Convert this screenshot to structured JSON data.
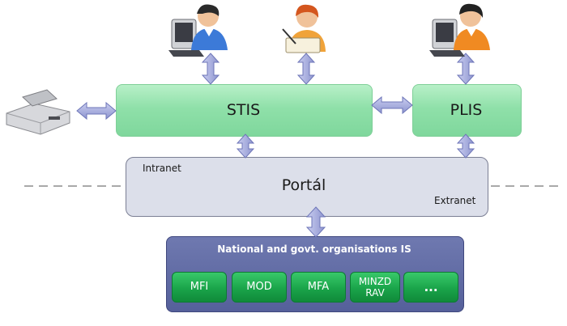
{
  "nodes": {
    "stis": "STIS",
    "plis": "PLIS",
    "portal": "Portál",
    "intranet": "Intranet",
    "extranet": "Extranet",
    "org_title": "National and govt. organisations IS"
  },
  "orgs": [
    {
      "label": "MFI"
    },
    {
      "label": "MOD"
    },
    {
      "label": "MFA"
    },
    {
      "label": "MINZD\nRAV"
    },
    {
      "label": "..."
    }
  ],
  "icons": [
    "user-at-computer-icon",
    "user-writing-icon",
    "user-at-computer-icon",
    "scanner-icon"
  ],
  "colors": {
    "green_box": "#8fe0a9",
    "portal_fill": "#dcdfea",
    "org_fill": "#5f6aa6",
    "mini_green": "#1aa44a",
    "arrow_fill": "#a9b0e0"
  }
}
